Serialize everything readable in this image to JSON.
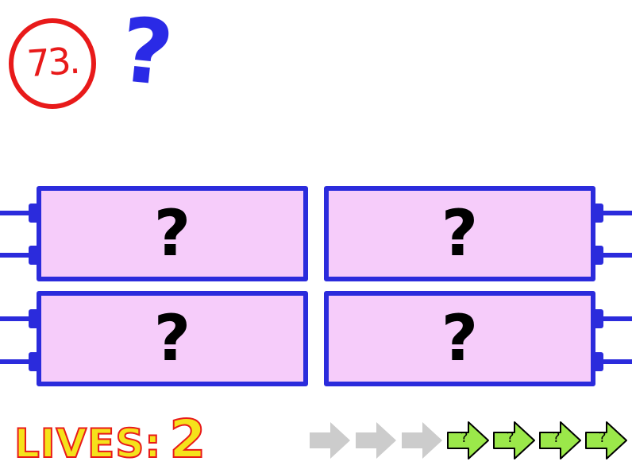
{
  "question": {
    "number": "73.",
    "text": "?"
  },
  "answers": [
    {
      "label": "?"
    },
    {
      "label": "?"
    },
    {
      "label": "?"
    },
    {
      "label": "?"
    }
  ],
  "lives": {
    "label": "LIVES:",
    "count": "2"
  },
  "progress": {
    "completed": 3,
    "remaining": 4,
    "remaining_label": "?"
  },
  "colors": {
    "accent_red": "#e81a1a",
    "question_blue": "#2a2ae6",
    "box_border": "#2b2bdc",
    "box_fill": "#f6ccfa",
    "lives_yellow": "#f5e21b",
    "arrow_done": "#cccccc",
    "arrow_todo": "#9be84a"
  }
}
